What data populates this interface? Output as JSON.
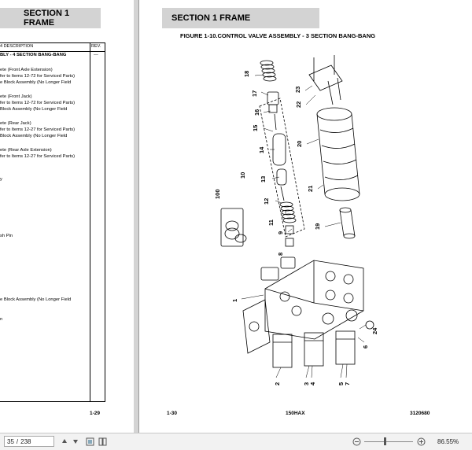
{
  "left_page": {
    "section_title": "SECTION 1  FRAME",
    "table_header": {
      "description": "4 DESCRIPTION",
      "rev": "REV."
    },
    "rows": [
      {
        "text": "BLY - 4 SECTION BANG-BANG",
        "bold": true
      },
      {
        "text": "—",
        "bold": false
      },
      {
        "text": "ete (Front Axle Extension)",
        "bold": false
      },
      {
        "text": "fer to Items 12-72 for Serviced Parts)",
        "bold": false
      },
      {
        "text": "e Block Assembly (No Longer Field",
        "bold": false
      },
      {
        "text": "ete (Front Jack)",
        "bold": false
      },
      {
        "text": "fer to Items 12-72 for Serviced Parts)",
        "bold": false
      },
      {
        "text": "Block Assembly (No Longer Field",
        "bold": false
      },
      {
        "text": "ete (Rear Jack)",
        "bold": false
      },
      {
        "text": "fer to Items 12-27 for Serviced Parts)",
        "bold": false
      },
      {
        "text": "Block Assembly (No Longer Field",
        "bold": false
      },
      {
        "text": "ete (Rear Axle Extension)",
        "bold": false
      },
      {
        "text": "fer to Items 12-27 for Serviced Parts)",
        "bold": false
      },
      {
        "text": "y",
        "bold": false
      },
      {
        "text": "sh Pin",
        "bold": false
      },
      {
        "text": "e Block Assembly (No Longer Field",
        "bold": false
      },
      {
        "text": "n",
        "bold": false
      }
    ],
    "page_number": "1-29"
  },
  "right_page": {
    "section_title": "SECTION 1  FRAME",
    "figure_title": "FIGURE 1-10.CONTROL VALVE ASSEMBLY - 3 SECTION BANG-BANG",
    "callouts": [
      "18",
      "17",
      "16",
      "15",
      "14",
      "13",
      "12",
      "11",
      "10",
      "9",
      "8",
      "100",
      "23",
      "22",
      "20",
      "21",
      "19",
      "1",
      "24",
      "6",
      "2",
      "3",
      "4",
      "5",
      "7"
    ],
    "footer_left": "1-30",
    "footer_center": "150HAX",
    "footer_right": "3120680"
  },
  "toolbar": {
    "current_page": "35",
    "page_separator": "/",
    "total_pages": "238",
    "zoom": "86.55%",
    "icons": [
      "up-arrow-icon",
      "down-arrow-icon",
      "fit-page-icon",
      "two-page-icon",
      "zoom-out-icon",
      "zoom-in-icon"
    ]
  }
}
